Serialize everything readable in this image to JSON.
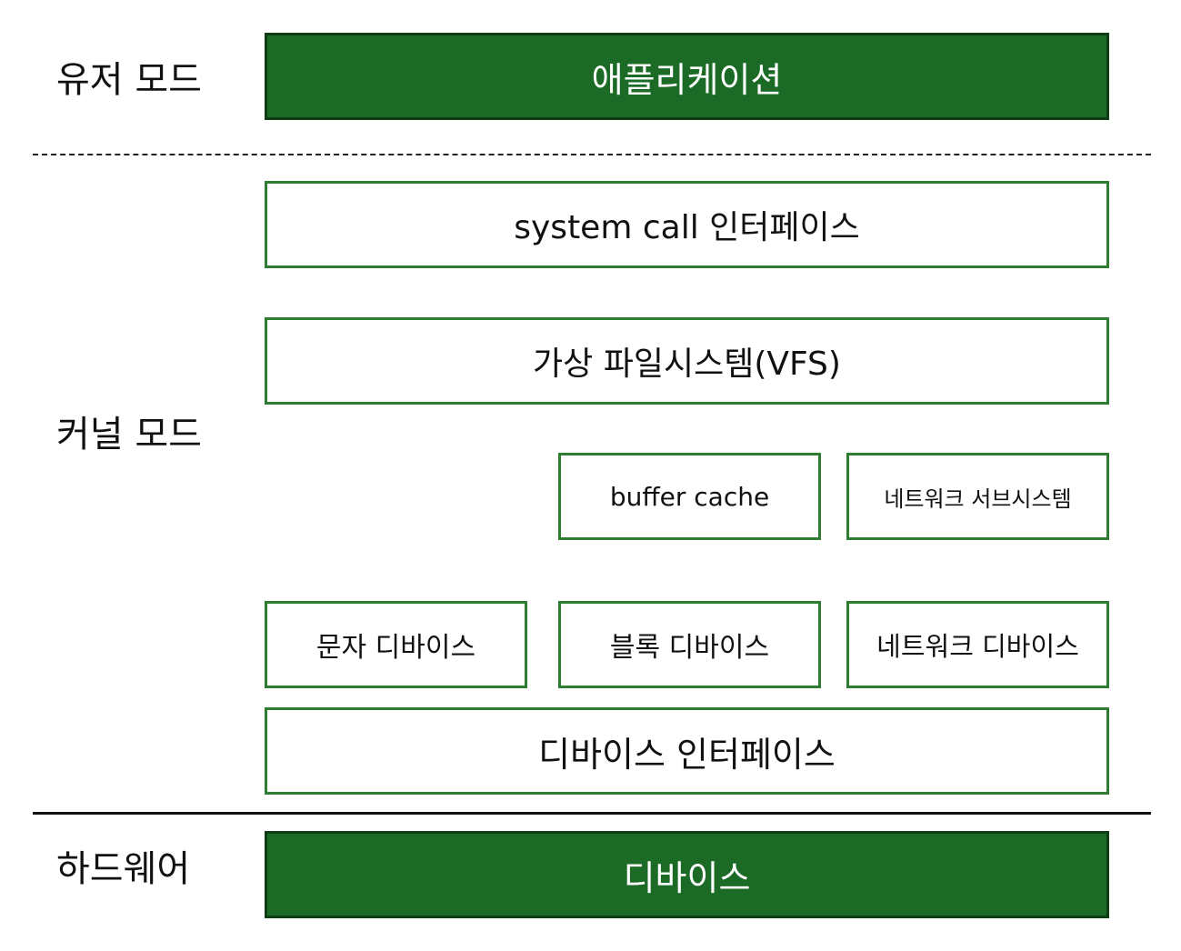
{
  "layers": {
    "user_mode": "유저 모드",
    "kernel_mode": "커널 모드",
    "hardware": "하드웨어"
  },
  "boxes": {
    "application": "애플리케이션",
    "system_call_interface": "system call 인터페이스",
    "vfs": "가상 파일시스템(VFS)",
    "buffer_cache": "buffer cache",
    "network_subsystem": "네트워크 서브시스템",
    "char_device": "문자 디바이스",
    "block_device": "블록 디바이스",
    "network_device": "네트워크 디바이스",
    "device_interface": "디바이스 인터페이스",
    "device": "디바이스"
  },
  "colors": {
    "fill_green": "#1b6b26",
    "outline_green": "#2e7d32"
  }
}
